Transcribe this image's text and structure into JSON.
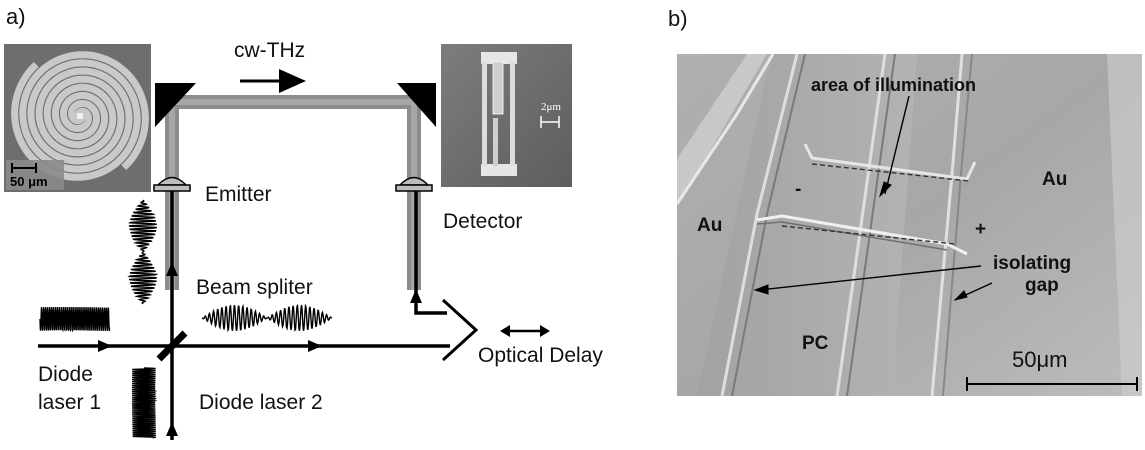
{
  "panel_a": {
    "label": "a)",
    "labels": {
      "cw_thz": "cw-THz",
      "emitter": "Emitter",
      "detector": "Detector",
      "beam_splitter": "Beam spliter",
      "optical_delay": "Optical Delay",
      "diode_laser_1_line1": "Diode",
      "diode_laser_1_line2": "laser 1",
      "diode_laser_2": "Diode laser 2"
    },
    "inset_left_scale": "50 μm",
    "inset_right_scale": "2μm"
  },
  "panel_b": {
    "label": "b)",
    "labels": {
      "area_of_illumination": "area of illumination",
      "au_right": "Au",
      "au_left": "Au",
      "minus": "-",
      "plus": "+",
      "isolating_line1": "isolating",
      "isolating_line2": "gap",
      "pc": "PC",
      "scale": "50μm"
    }
  }
}
